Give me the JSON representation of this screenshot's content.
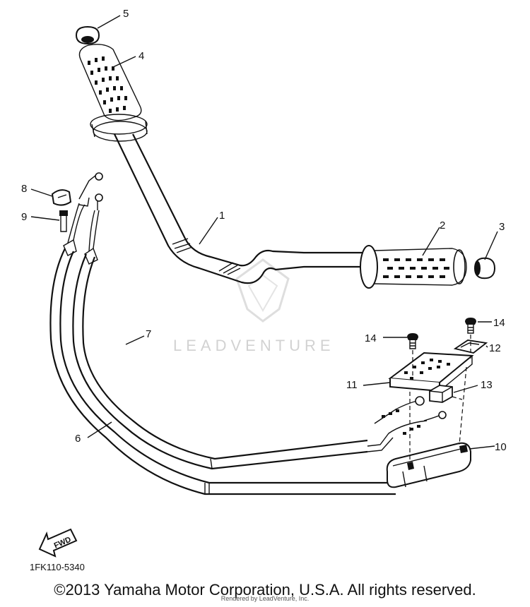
{
  "diagram": {
    "part_numbers": [
      "1",
      "2",
      "3",
      "4",
      "5",
      "6",
      "7",
      "8",
      "9",
      "10",
      "11",
      "12",
      "13",
      "14",
      "14"
    ],
    "drawing_code": "1FK110-5340",
    "direction_label": "FWD",
    "watermark": "LEADVENTURE"
  },
  "footer": {
    "copyright": "©2013 Yamaha Motor Corporation, U.S.A. All rights reserved.",
    "rendered_by": "Rendered by LeadVenture, Inc."
  }
}
